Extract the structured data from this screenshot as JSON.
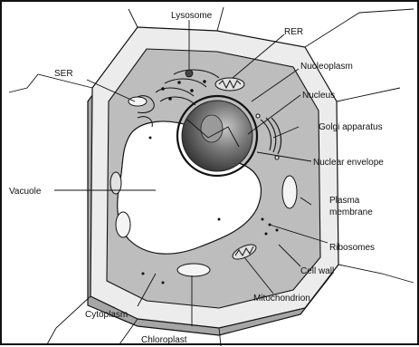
{
  "diagram": {
    "labels": {
      "lysosome": "Lysosome",
      "rer": "RER",
      "ser": "SER",
      "nucleoplasm": "Nucleoplasm",
      "nucleus": "Nucleus",
      "golgi": "Golgi apparatus",
      "nuclear_envelope": "Nuclear envelope",
      "vacuole": "Vacuole",
      "plasma_membrane_1": "Plasma",
      "plasma_membrane_2": "membrane",
      "ribosomes": "Ribosomes",
      "cell_wall": "Cell wall",
      "mitochondrion": "Mitochondrion",
      "cytoplasm": "Cytoplasm",
      "chloroplast": "Chloroplast"
    },
    "colors": {
      "wall_fill": "#d4d4d4",
      "wall_top": "#ececec",
      "wall_side": "#a6a6a6",
      "cytoplasm_fill": "#bdbdbd",
      "vacuole_fill": "#ffffff",
      "nucleus_fill": "#5a5a5a",
      "nucleus_light": "#9a9a9a",
      "line": "#111111"
    }
  }
}
